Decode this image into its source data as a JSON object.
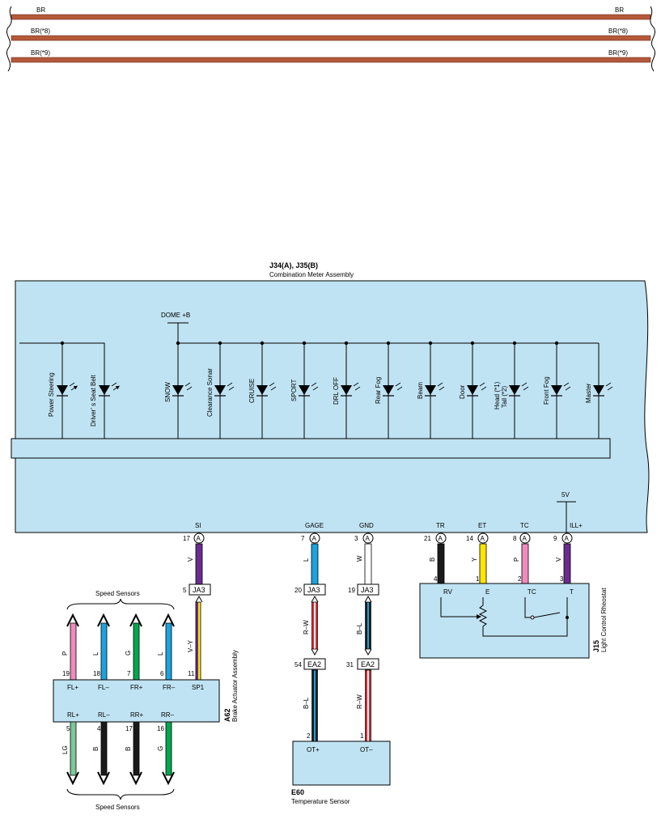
{
  "bus": [
    {
      "left": "BR",
      "right": "BR",
      "color": "#b5593a"
    },
    {
      "left": "BR(*8)",
      "right": "BR(*8)",
      "color": "#b5593a"
    },
    {
      "left": "BR(*9)",
      "right": "BR(*9)",
      "color": "#b5593a"
    }
  ],
  "meter": {
    "code": "J34(A), J35(B)",
    "name": "Combination Meter Assembly",
    "dome": "DOME +B",
    "supply_5v": "5V",
    "fill": "#bfe3f3",
    "left_leds": [
      "Power Steering",
      "Driver' s Seat Belt"
    ],
    "right_leds": [
      "SNOW",
      "Clearance Sonar",
      "CRUISE",
      "SPORT",
      "DRL OFF",
      "Rear Fog",
      "Beam",
      "Door"
    ],
    "head_tail": [
      "Head (*1)",
      "Tail (*2)"
    ],
    "right_leds2": [
      "Front Fog",
      "Master"
    ],
    "terminals": [
      {
        "name": "SI",
        "pin": "17",
        "conn": "A"
      },
      {
        "name": "GAGE",
        "pin": "7",
        "conn": "A"
      },
      {
        "name": "GND",
        "pin": "3",
        "conn": "A"
      },
      {
        "name": "TR",
        "pin": "21",
        "conn": "A"
      },
      {
        "name": "ET",
        "pin": "14",
        "conn": "A"
      },
      {
        "name": "TC",
        "pin": "8",
        "conn": "A"
      },
      {
        "name": "ILL+",
        "pin": "9",
        "conn": "A"
      }
    ]
  },
  "wires": {
    "si": "V",
    "gage": "L",
    "gnd": "W",
    "tr": "B",
    "et": "Y",
    "tc": "P",
    "ill": "V",
    "sp1": "V–Y",
    "gage_r": "R–W",
    "gnd_b": "B–L",
    "ot_plus": "B–L",
    "ot_minus": "R–W"
  },
  "junctions": {
    "ja3_si": {
      "pin": "5",
      "name": "JA3"
    },
    "ja3_gage": {
      "pin": "20",
      "name": "JA3"
    },
    "ja3_gnd": {
      "pin": "19",
      "name": "JA3"
    },
    "ea2_a": {
      "pin": "54",
      "name": "EA2"
    },
    "ea2_b": {
      "pin": "31",
      "name": "EA2"
    }
  },
  "rheostat": {
    "code": "J15",
    "name": "Light Control Rheostat",
    "pins": [
      "4",
      "1",
      "2",
      "3"
    ],
    "terms": [
      "RV",
      "E",
      "TC",
      "T"
    ]
  },
  "brake": {
    "code": "A62",
    "name": "Brake Actuator Assembly",
    "speed_label": "Speed Sensors",
    "top_terms": [
      "FL+",
      "FL–",
      "FR+",
      "FR–",
      "SP1"
    ],
    "top_pins": [
      "19",
      "18",
      "7",
      "6",
      "11"
    ],
    "top_wires": [
      "P",
      "L",
      "G",
      "L"
    ],
    "bottom_terms": [
      "RL+",
      "RL–",
      "RR+",
      "RR–"
    ],
    "bottom_pins": [
      "5",
      "4",
      "17",
      "16"
    ],
    "bottom_wires": [
      "LG",
      "B",
      "B",
      "G"
    ]
  },
  "temp": {
    "code": "E60",
    "name": "Temperature Sensor",
    "terms": [
      "OT+",
      "OT–"
    ],
    "pins": [
      "2",
      "1"
    ]
  },
  "colors": {
    "violet": "#6a2c91",
    "blue": "#1aa3e0",
    "white": "#ffffff",
    "black": "#1a1a1a",
    "yellow": "#ffe600",
    "pink": "#f08bbd",
    "green": "#00a651",
    "lightgreen": "#7dc89a",
    "red": "#e8232a"
  }
}
